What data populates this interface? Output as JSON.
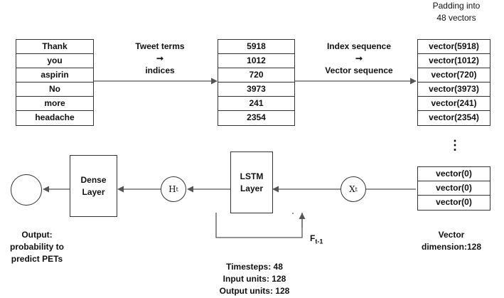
{
  "tweet_terms": [
    "Thank",
    "you",
    "aspirin",
    "No",
    "more",
    "headache"
  ],
  "indices": [
    "5918",
    "1012",
    "720",
    "3973",
    "241",
    "2354"
  ],
  "vectors": [
    "vector(5918)",
    "vector(1012)",
    "vector(720)",
    "vector(3973)",
    "vector(241)",
    "vector(2354)"
  ],
  "padding_vectors": [
    "vector(0)",
    "vector(0)",
    "vector(0)"
  ],
  "labels": {
    "padding": [
      "Padding into",
      "48 vectors"
    ],
    "step1": [
      "Tweet terms",
      "➞",
      "indices"
    ],
    "step2": [
      "Index sequence",
      "➞",
      "Vector sequence"
    ],
    "ellipsis": "⋮",
    "vector_dimension": [
      "Vector",
      "dimension:128"
    ],
    "output": [
      "Output:",
      "probability to",
      "predict PETs"
    ],
    "lstm_params": [
      "Timesteps: 48",
      "Input units: 128",
      "Output units: 128"
    ]
  },
  "nodes": {
    "lstm": [
      "LSTM",
      "Layer"
    ],
    "dense": [
      "Dense",
      "Layer"
    ],
    "h": "H",
    "h_sub": "t",
    "x": "X",
    "x_sub": "t",
    "f": "F",
    "f_sub": "t-1"
  }
}
